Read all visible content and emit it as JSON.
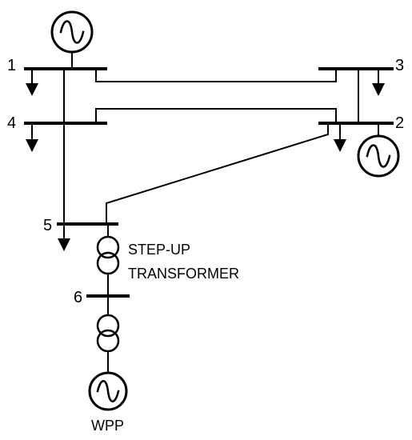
{
  "buses": {
    "b1": "1",
    "b2": "2",
    "b3": "3",
    "b4": "4",
    "b5": "5",
    "b6": "6"
  },
  "labels": {
    "step_up_line1": "STEP-UP",
    "step_up_line2": "TRANSFORMER",
    "wpp": "WPP"
  }
}
